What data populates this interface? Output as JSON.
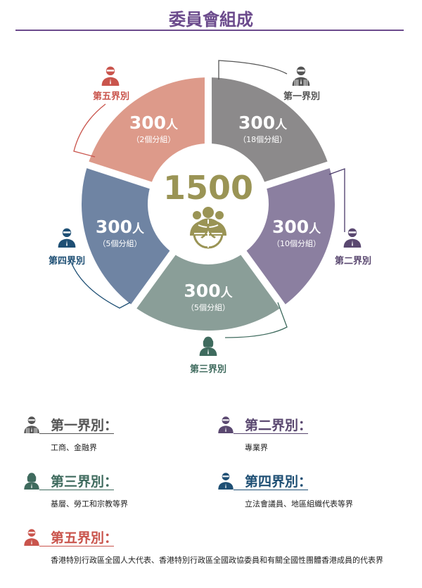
{
  "title": "委員會組成",
  "center": {
    "total": "1500",
    "unit": "人"
  },
  "sectors": [
    {
      "name": "第一界別",
      "count": "300",
      "unit": "人",
      "groups": "（18個分組）",
      "color": "#8c8a8b",
      "label_color": "#555555",
      "description": "工商、金融界"
    },
    {
      "name": "第二界別",
      "count": "300",
      "unit": "人",
      "groups": "（10個分組）",
      "color": "#8b7fa0",
      "label_color": "#5a4870",
      "description": "專業界"
    },
    {
      "name": "第三界別",
      "count": "300",
      "unit": "人",
      "groups": "（5個分組）",
      "color": "#8a9e98",
      "label_color": "#3f6b5e",
      "description": "基層、勞工和宗教等界"
    },
    {
      "name": "第四界別",
      "count": "300",
      "unit": "人",
      "groups": "（5個分組）",
      "color": "#6f84a3",
      "label_color": "#1e4f74",
      "description": "立法會議員、地區組織代表等界"
    },
    {
      "name": "第五界別",
      "count": "300",
      "unit": "人",
      "groups": "（2個分組）",
      "color": "#dd9a8a",
      "label_color": "#c9544c",
      "description": "香港特別行政區全國人大代表、香港特別行政區全國政協委員和有關全國性團體香港成員的代表界"
    }
  ],
  "legend_suffix": "："
}
